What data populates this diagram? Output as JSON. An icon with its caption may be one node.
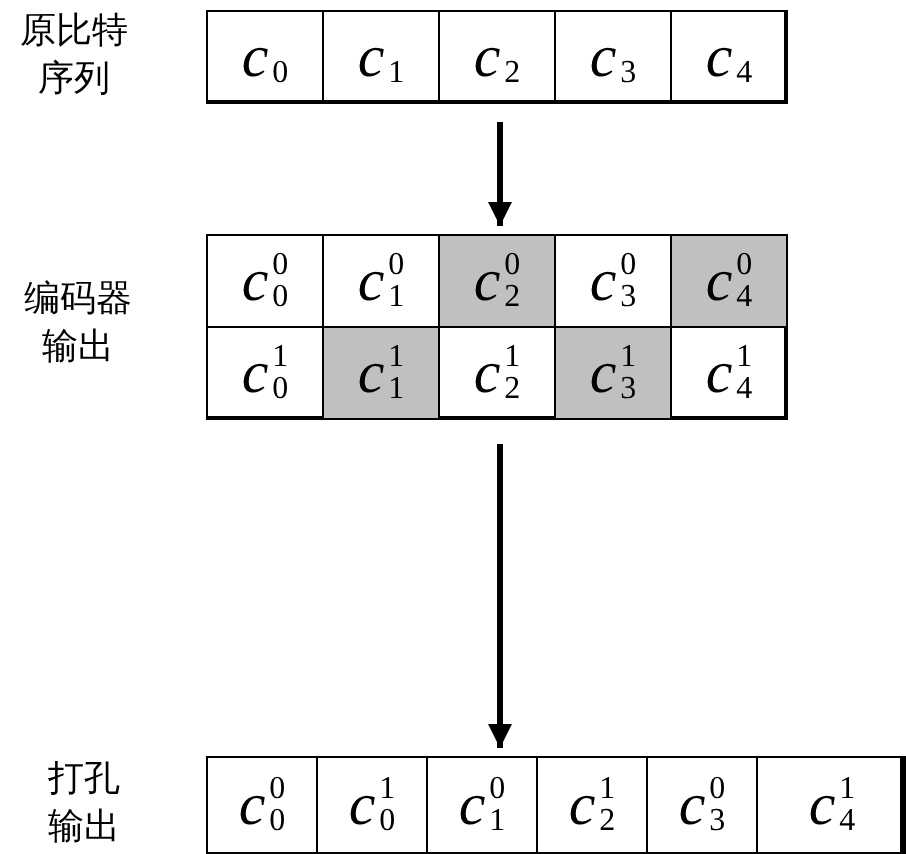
{
  "diagram": {
    "nodes": [
      {
        "text": [],
        "shape": "box",
        "beside": [
          "原比特序列"
        ]
      },
      {
        "text": [
          "c$_{0}$"
        ],
        "in": 0
      },
      {
        "text": [
          "c$_{1}$"
        ],
        "in": 0
      },
      {
        "text": [
          "c$_{2}$"
        ],
        "in": 0
      },
      {
        "text": [
          "c$_{3}$"
        ],
        "in": 0
      },
      {
        "text": [
          "c$_{4}$"
        ],
        "in": 0
      },
      {
        "text": [],
        "shape": "box",
        "beside": [
          "编码器输出"
        ]
      },
      {
        "text": [
          "c$^{0}$$_{0}$"
        ],
        "in": 6
      },
      {
        "text": [
          "c$^{0}$$_{1}$"
        ],
        "in": 6
      },
      {
        "text": [
          "c$^{0}$$_{2}$"
        ],
        "in": 6
      },
      {
        "text": [
          "c$^{0}$$_{3}$"
        ],
        "in": 6
      },
      {
        "text": [
          "c$^{0}$$_{4}$"
        ],
        "in": 6
      },
      {
        "text": [
          "c$^{1}$$_{0}$"
        ],
        "in": 6
      },
      {
        "text": [
          "c$^{1}$$_{1}$"
        ],
        "in": 6
      },
      {
        "text": [
          "c$^{1}$$_{2}$"
        ],
        "in": 6
      },
      {
        "text": [
          "c$^{1}$$_{3}$"
        ],
        "in": 6
      },
      {
        "text": [
          "c$^{1}$$_{4}$"
        ],
        "in": 6
      },
      {
        "text": [],
        "shape": "box",
        "beside": [
          "打孔输出"
        ]
      },
      {
        "text": [
          "c$^{0}$$_{0}$"
        ],
        "in": 17
      },
      {
        "text": [
          "c$^{1}$$_{0}$"
        ],
        "in": 17
      },
      {
        "text": [
          "c$^{0}$$_{1}$"
        ],
        "in": 17
      },
      {
        "text": [
          "c$^{1}$$_{2}$"
        ],
        "in": 17
      },
      {
        "text": [
          "c$^{0}$$_{3}$"
        ],
        "in": 17
      },
      {
        "text": [
          "c$^{1}$$_{4}$"
        ],
        "in": 17
      }
    ],
    "edges": [
      {
        "from": 0,
        "to": 6,
        "arrow": "to"
      },
      {
        "from": 6,
        "to": 17,
        "arrow": "to"
      }
    ]
  }
}
